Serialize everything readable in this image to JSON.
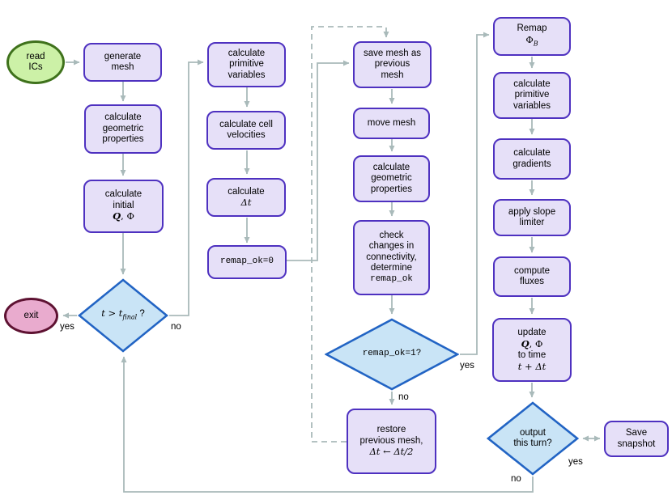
{
  "colors": {
    "node_fill": "#e6e0f8",
    "node_border": "#4e31c0",
    "diamond_fill": "#c9e4f6",
    "diamond_border": "#2264c4",
    "start_fill": "#ccf1a7",
    "start_border": "#3f721c",
    "exit_fill": "#e9abce",
    "exit_border": "#5e1232",
    "connector": "#a9baba"
  },
  "nodes": {
    "read_ics": {
      "line1": "read",
      "line2": "ICs"
    },
    "generate_mesh": {
      "line1": "generate",
      "line2": "mesh"
    },
    "calc_geom_1": {
      "line1": "calculate",
      "line2": "geometric",
      "line3": "properties"
    },
    "calc_initial": {
      "line1": "calculate",
      "line2": "initial",
      "math_q": "Q",
      "math_rest": ", Φ"
    },
    "t_final_diamond": {
      "math_pre": "t > t",
      "sub": "final",
      "post": " ?"
    },
    "exit_node": {
      "label": "exit"
    },
    "calc_prim_1": {
      "line1": "calculate",
      "line2": "primitive",
      "line3": "variables"
    },
    "calc_cell_vel": {
      "line1": "calculate cell",
      "line2": "velocities"
    },
    "calc_dt": {
      "line1": "calculate",
      "line2": "Δt"
    },
    "remap_ok_0": {
      "label": "remap_ok=0"
    },
    "save_mesh": {
      "line1": "save mesh as",
      "line2": "previous",
      "line3": "mesh"
    },
    "move_mesh": {
      "label": "move mesh"
    },
    "calc_geom_2": {
      "line1": "calculate",
      "line2": "geometric",
      "line3": "properties"
    },
    "check_changes": {
      "line1": "check",
      "line2": "changes in",
      "line3": "connectivity,",
      "line4": "determine",
      "line5": "remap_ok"
    },
    "remap_diamond": {
      "label": "remap_ok=1?"
    },
    "restore_mesh": {
      "line1": "restore",
      "line2": "previous mesh,",
      "line3": "Δt ← Δt/2"
    },
    "remap_phi": {
      "line1": "Remap",
      "phi": "Φ",
      "sub": "B"
    },
    "calc_prim_2": {
      "line1": "calculate",
      "line2": "primitive",
      "line3": "variables"
    },
    "calc_gradients": {
      "line1": "calculate",
      "line2": "gradients"
    },
    "apply_slope": {
      "line1": "apply slope",
      "line2": "limiter"
    },
    "compute_fluxes": {
      "line1": "compute",
      "line2": "fluxes"
    },
    "update_q": {
      "line1": "update",
      "math_q": "Q",
      "math_rest": ", Φ",
      "line3": "to time",
      "line4": "t + Δt"
    },
    "output_diamond": {
      "line1": "output",
      "line2": "this turn?"
    },
    "save_snapshot": {
      "line1": "Save",
      "line2": "snapshot"
    }
  },
  "edge_labels": {
    "tfinal_yes": "yes",
    "tfinal_no": "no",
    "remap_yes": "yes",
    "remap_no": "no",
    "output_yes": "yes",
    "output_no": "no"
  }
}
